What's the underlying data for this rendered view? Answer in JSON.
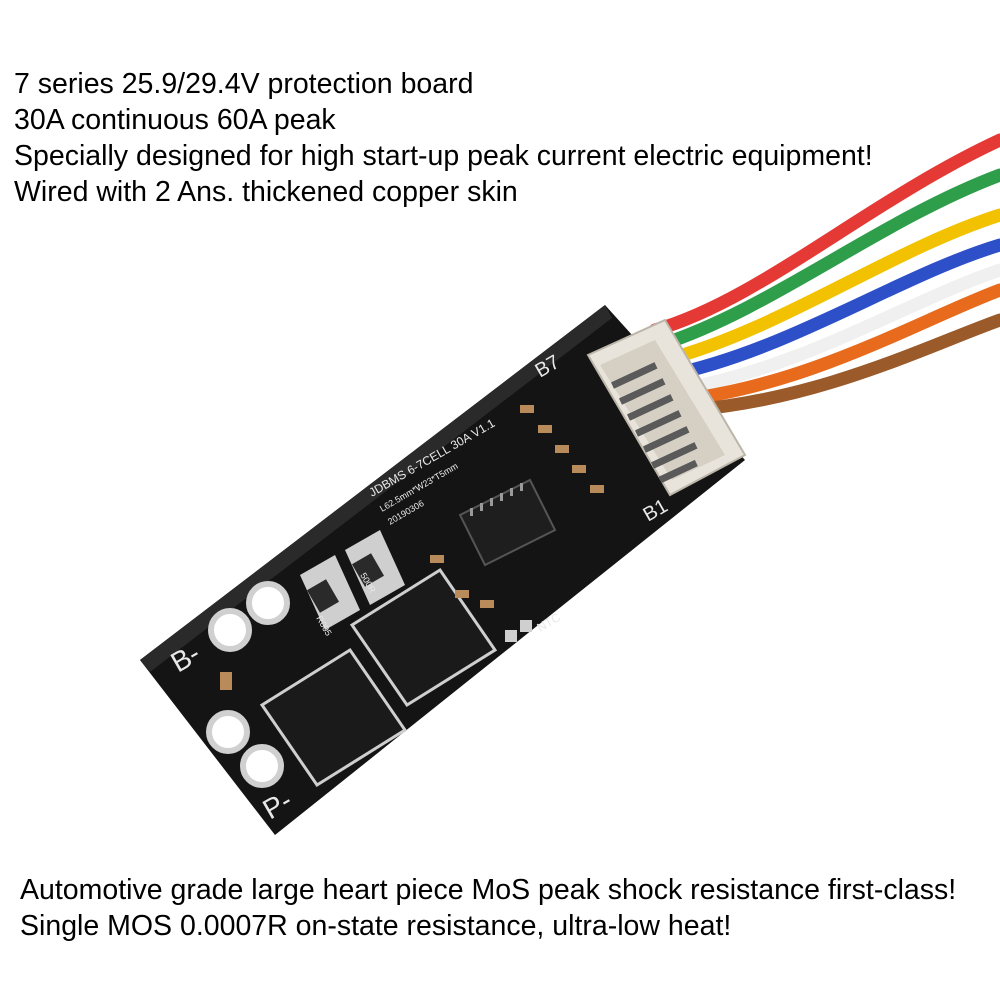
{
  "headline": {
    "line1": "7 series 25.9/29.4V protection board",
    "line2": "30A continuous 60A peak",
    "line3": "Specially designed for high start-up peak current electric equipment!",
    "line4": "Wired with 2 Ans. thickened copper skin"
  },
  "footer": {
    "line1": "Automotive grade large heart piece MoS peak shock resistance first-class!",
    "line2": "Single MOS 0.0007R on-state resistance, ultra-low heat!"
  },
  "board": {
    "label_b_minus": "B-",
    "label_p_minus": "P-",
    "label_b7": "B7",
    "label_b1": "B1",
    "label_ntc": "NTC",
    "model": "JDBMS 6-7CELL 30A V1.1",
    "dims": "L62.5mm*W23*T5mm",
    "date": "20190306",
    "resistor_code": "R005",
    "resistor_code_2": "500R"
  },
  "colors": {
    "pcb": "#141414",
    "wires": [
      "#e53935",
      "#2e9e4a",
      "#f2c200",
      "#2d4fc8",
      "#f0f0f0",
      "#e86a1c",
      "#9a5a2a"
    ]
  }
}
